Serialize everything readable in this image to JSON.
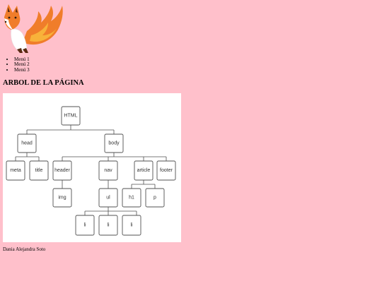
{
  "menu": {
    "items": [
      "Menú 1",
      "Menú 2",
      "Menú 3"
    ]
  },
  "heading": "ARBOL DE LA PÁGINA",
  "tree": {
    "html": "HTML",
    "head": "head",
    "body": "body",
    "meta": "meta",
    "title": "title",
    "header": "header",
    "nav": "nav",
    "article": "article",
    "footer": "footer",
    "img": "img",
    "ul": "ul",
    "h1": "h1",
    "p": "p",
    "li_1": "li",
    "li_2": "li",
    "li_3": "li"
  },
  "footer": {
    "author": "Dania Alejandra Soto"
  },
  "colors": {
    "page_background": "#ffc0cb",
    "fox_orange": "#f07d2a",
    "fox_yellow": "#f8b23a"
  },
  "icons": {
    "logo": "fox-logo"
  }
}
